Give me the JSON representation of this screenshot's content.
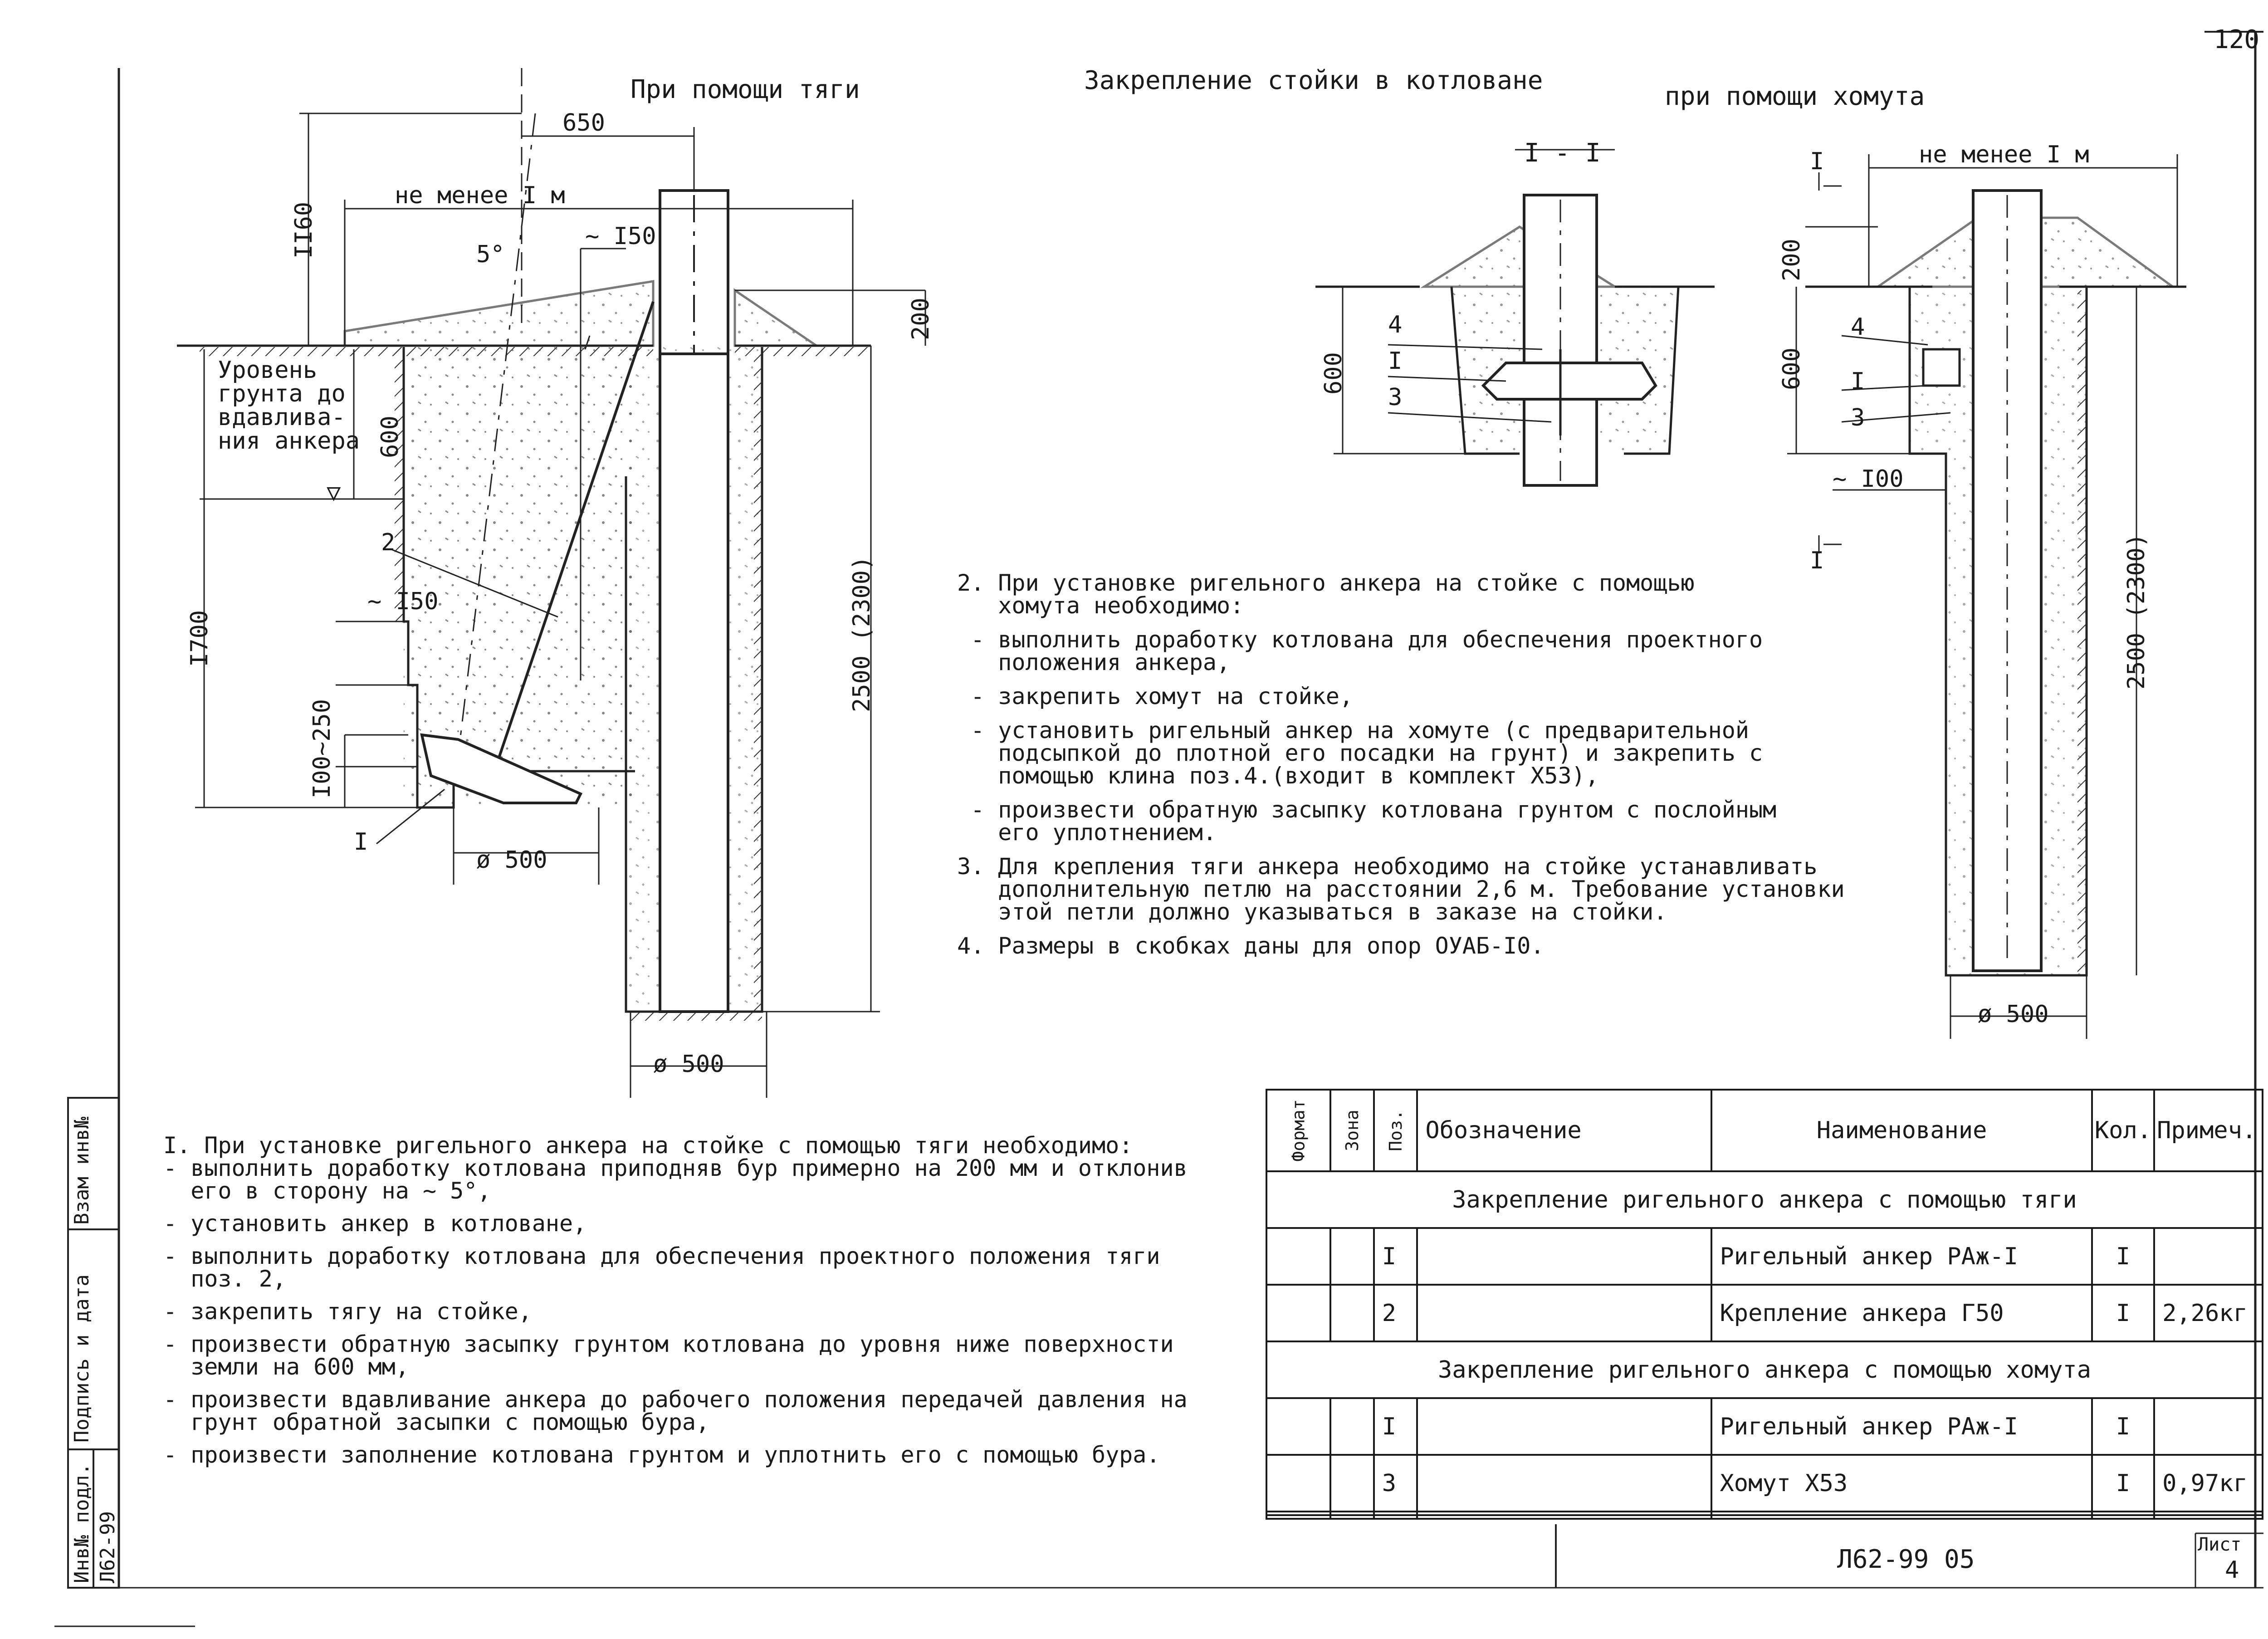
{
  "page_number": "120",
  "titles": {
    "main": "Закрепление стойки в котловане",
    "left": "При помощи тяги",
    "right": "при помощи хомута",
    "section": "I - I"
  },
  "left_drawing": {
    "dim_650": "650",
    "dim_1160": "II60",
    "dim_min_1m": "не менее  I м",
    "angle_5": "5°",
    "dim_150_top": "~ I50",
    "dim_200": "200",
    "ground_label": [
      "Уровень",
      "грунта до",
      "вдавлива-",
      "ния анкера"
    ],
    "dim_600": "600",
    "pos_2": "2",
    "dim_150_mid": "~ I50",
    "dim_1700": "I700",
    "dim_100_250": "I00~250",
    "pos_1": "I",
    "dia_500_small": "ø 500",
    "dim_2500": "2500 (2300)",
    "dia_500_big": "ø 500"
  },
  "section_drawing": {
    "pos_4": "4",
    "pos_1": "I",
    "pos_3": "3",
    "dim_600": "600"
  },
  "right_drawing": {
    "section_mark_top": "I",
    "section_mark_bottom": "I",
    "dim_min_1m": "не менее  I м",
    "dim_200": "200",
    "dim_600": "600",
    "pos_4": "4",
    "pos_1": "I",
    "pos_3": "3",
    "dim_100": "~ I00",
    "dim_2500": "2500 (2300)",
    "dia_500": "ø 500"
  },
  "notes_right": [
    "2. При установке ригельного анкера на стойке с помощью",
    "   хомута необходимо:",
    " - выполнить доработку котлована для обеспечения проектного",
    "   положения анкера,",
    " - закрепить хомут на стойке,",
    " - установить ригельный анкер на хомуте (с предварительной",
    "   подсыпкой до плотной его посадки на грунт) и закрепить с",
    "   помощью клина поз.4.(входит в комплект Х53),",
    " - произвести обратную засыпку котлована грунтом с послойным",
    "   его уплотнением.",
    "3. Для крепления тяги анкера необходимо на стойке устанавливать",
    "   дополнительную петлю на расстоянии 2,6 м. Требование установки",
    "   этой петли должно указываться в заказе на стойки.",
    "4. Размеры в скобках даны для опор ОУАБ-I0."
  ],
  "notes_left": [
    "I. При установке ригельного анкера на стойке с помощью тяги необходимо:",
    "- выполнить доработку котлована приподняв бур примерно на 200 мм и отклонив",
    "  его в сторону на ~ 5°,",
    "- установить анкер в котловане,",
    "- выполнить доработку котлована для обеспечения проектного положения тяги",
    "  поз. 2,",
    "- закрепить тягу на стойке,",
    "- произвести обратную засыпку грунтом котлована до уровня ниже поверхности",
    "  земли на 600 мм,",
    "- произвести вдавливание анкера до рабочего положения передачей давления на",
    "  грунт обратной засыпки с помощью бура,",
    "- произвести заполнение котлована грунтом и уплотнить его с помощью бура."
  ],
  "stamp_column": {
    "inv_orig": "Инв№ подл.",
    "orig_no": "Л62-99",
    "sign_date": "Подпись и дата",
    "replace": "Взам инв№"
  },
  "spec_table": {
    "headers": {
      "format": "Формат",
      "zone": "Зона",
      "pos": "Поз.",
      "designation": "Обозначение",
      "name": "Наименование",
      "qty": "Кол.",
      "note": "Примеч."
    },
    "group1": "Закрепление ригельного анкера с помощью тяги",
    "group1_rows": [
      {
        "pos": "I",
        "name": "Ригельный анкер РАж-I",
        "qty": "I",
        "note": ""
      },
      {
        "pos": "2",
        "name": "Крепление анкера Г50",
        "qty": "I",
        "note": "2,26кг"
      }
    ],
    "group2": "Закрепление ригельного анкера с помощью хомута",
    "group2_rows": [
      {
        "pos": "I",
        "name": "Ригельный анкер РАж-I",
        "qty": "I",
        "note": ""
      },
      {
        "pos": "3",
        "name": "Хомут Х53",
        "qty": "I",
        "note": "0,97кг"
      }
    ]
  },
  "title_block": {
    "doc_code": "Л62-99 05",
    "sheet_label": "Лист",
    "sheet_no": "4"
  }
}
